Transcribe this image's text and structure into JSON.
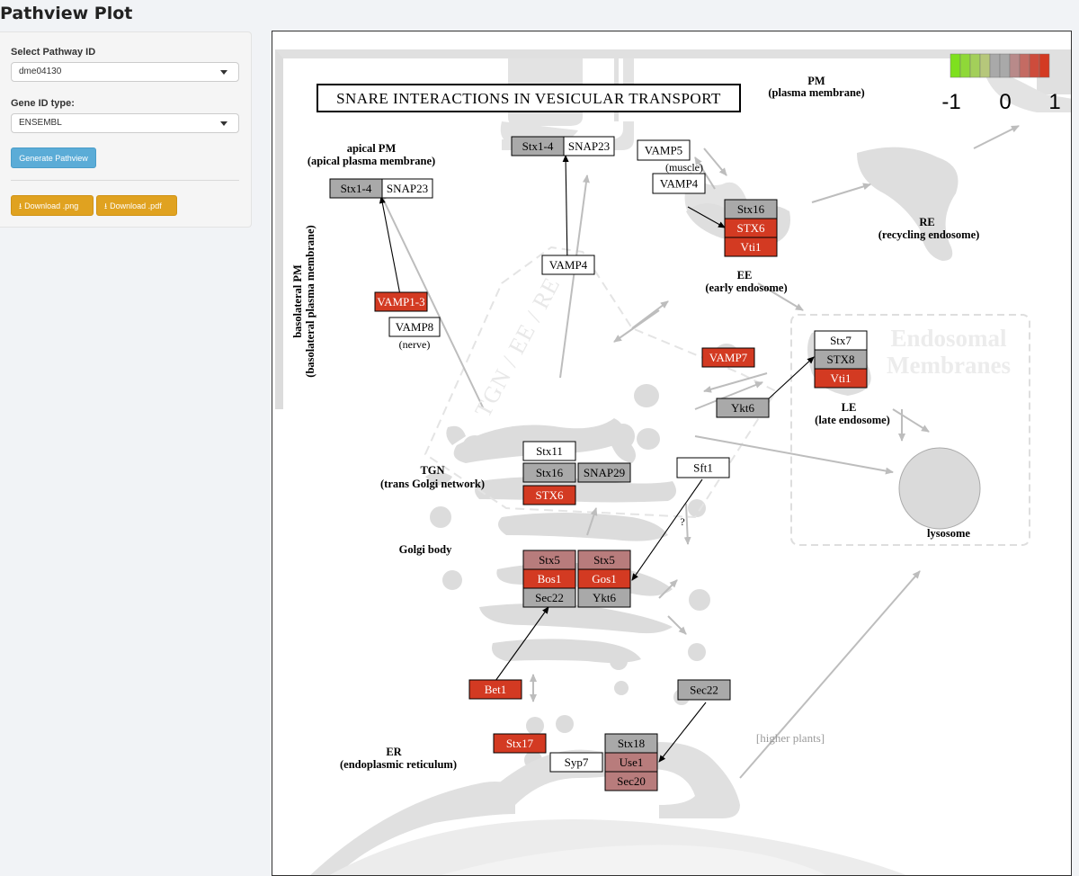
{
  "page_title": "Pathview Plot",
  "sidebar": {
    "pathway_label": "Select Pathway ID",
    "pathway_value": "dme04130",
    "idtype_label": "Gene ID type:",
    "idtype_value": "ENSEMBL",
    "generate_label": "Generate Pathview",
    "download_png_label": "Download .png",
    "download_pdf_label": "Download .pdf"
  },
  "colors": {
    "gray": "#a9a9a9",
    "red": "#d33a22",
    "pink": "#b87c7c",
    "white": "#ffffff",
    "green": "#80e020",
    "button_blue": "#5bacd7",
    "button_orange": "#e0a220"
  },
  "diagram": {
    "title": "SNARE INTERACTIONS IN VESICULAR TRANSPORT",
    "legend": {
      "min": "-1",
      "mid": "0",
      "max": "1"
    },
    "compartments": {
      "pm": "PM",
      "pm_full": "(plasma membrane)",
      "apical": "apical PM",
      "apical_full": "(apical plasma membrane)",
      "basolateral": "basolateral PM",
      "basolateral_full": "(basolateral plasma membrane)",
      "re": "RE",
      "re_full": "(recycling endosome)",
      "ee": "EE",
      "ee_full": "(early endosome)",
      "le": "LE",
      "le_full": "(late endosome)",
      "tgn": "TGN",
      "tgn_full": "(trans Golgi network)",
      "golgi": "Golgi body",
      "er": "ER",
      "er_full": "(endoplasmic reticulum)",
      "lysosome": "lysosome",
      "endosomal": "Endosomal",
      "membranes": "Membranes",
      "tgn_ee_re": "TGN / EE / RE",
      "muscle": "(muscle)",
      "nerve": "(nerve)",
      "higher_plants": "[higher plants]",
      "question": "?"
    },
    "genes": [
      {
        "label": "Stx1-4",
        "state": "gray"
      },
      {
        "label": "SNAP23",
        "state": "white"
      },
      {
        "label": "Stx1-4",
        "state": "gray"
      },
      {
        "label": "SNAP23",
        "state": "white"
      },
      {
        "label": "VAMP5",
        "state": "white"
      },
      {
        "label": "VAMP4",
        "state": "white"
      },
      {
        "label": "Stx16",
        "state": "gray"
      },
      {
        "label": "STX6",
        "state": "red"
      },
      {
        "label": "Vti1",
        "state": "red"
      },
      {
        "label": "VAMP4",
        "state": "white"
      },
      {
        "label": "VAMP1-3",
        "state": "red"
      },
      {
        "label": "VAMP8",
        "state": "white"
      },
      {
        "label": "VAMP7",
        "state": "red"
      },
      {
        "label": "Stx7",
        "state": "white"
      },
      {
        "label": "STX8",
        "state": "gray"
      },
      {
        "label": "Vti1",
        "state": "red"
      },
      {
        "label": "Ykt6",
        "state": "gray"
      },
      {
        "label": "Stx11",
        "state": "white"
      },
      {
        "label": "Stx16",
        "state": "gray"
      },
      {
        "label": "SNAP29",
        "state": "gray"
      },
      {
        "label": "STX6",
        "state": "red"
      },
      {
        "label": "Sft1",
        "state": "white"
      },
      {
        "label": "Stx5",
        "state": "pink"
      },
      {
        "label": "Stx5",
        "state": "pink"
      },
      {
        "label": "Bos1",
        "state": "red"
      },
      {
        "label": "Gos1",
        "state": "red"
      },
      {
        "label": "Sec22",
        "state": "gray"
      },
      {
        "label": "Ykt6",
        "state": "gray"
      },
      {
        "label": "Bet1",
        "state": "red"
      },
      {
        "label": "Sec22",
        "state": "gray"
      },
      {
        "label": "Stx17",
        "state": "red"
      },
      {
        "label": "Stx18",
        "state": "gray"
      },
      {
        "label": "Syp7",
        "state": "white"
      },
      {
        "label": "Use1",
        "state": "pink"
      },
      {
        "label": "Sec20",
        "state": "pink"
      }
    ]
  }
}
